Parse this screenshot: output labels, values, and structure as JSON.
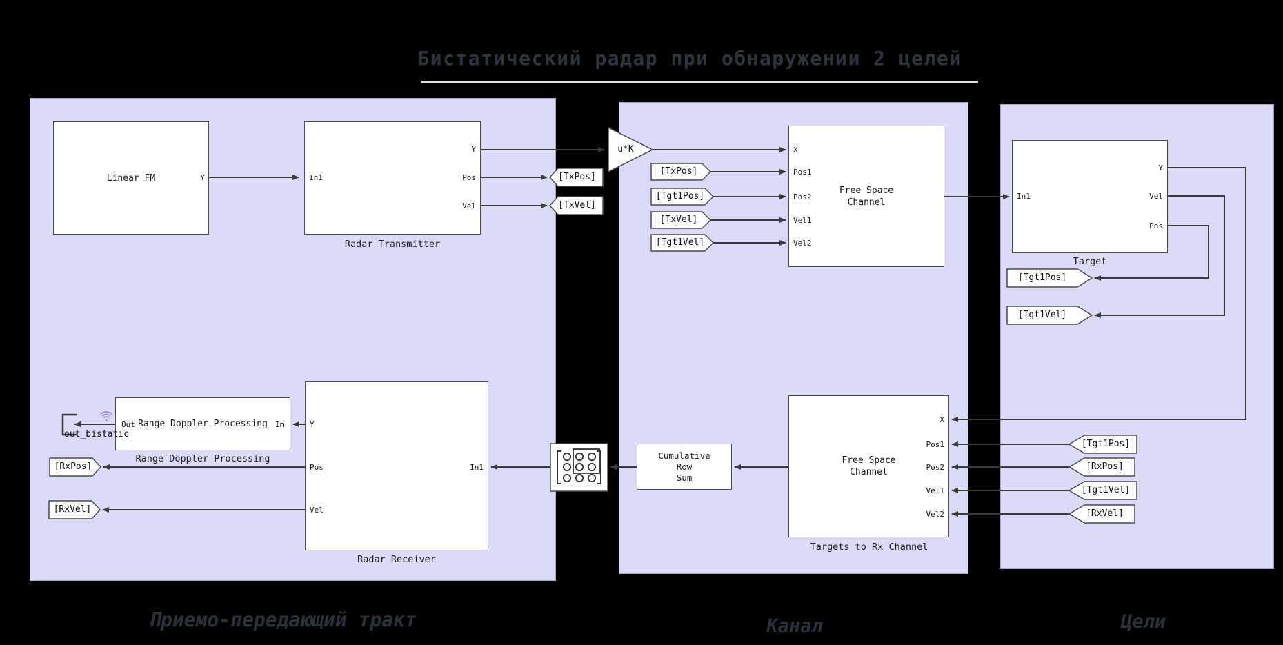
{
  "title": "Бистатический радар при обнаружении 2 целей",
  "section_labels": {
    "transceiver": "Приемо-передающий тракт",
    "channel": "Канал",
    "targets": "Цели"
  },
  "blocks": {
    "linear_fm": {
      "text": "Linear FM",
      "ports": {
        "y": "Y"
      }
    },
    "radar_transmitter": {
      "label": "Radar Transmitter",
      "ports": {
        "in1": "In1",
        "y": "Y",
        "pos": "Pos",
        "vel": "Vel"
      }
    },
    "gain": {
      "text": "u*K"
    },
    "free_space_channel_top": {
      "line1": "Free Space",
      "line2": "Channel",
      "ports": {
        "x": "X",
        "pos1": "Pos1",
        "pos2": "Pos2",
        "vel1": "Vel1",
        "vel2": "Vel2"
      }
    },
    "target": {
      "label": "Target",
      "ports": {
        "in1": "In1",
        "y": "Y",
        "vel": "Vel",
        "pos": "Pos"
      }
    },
    "range_doppler": {
      "text": "Range Doppler Processing",
      "label": "Range Doppler Processing",
      "ports": {
        "out": "Out",
        "in": "In"
      }
    },
    "radar_receiver": {
      "label": "Radar Receiver",
      "ports": {
        "y": "Y",
        "pos": "Pos",
        "vel": "Vel",
        "in1": "In1"
      }
    },
    "cumulative_row_sum": {
      "line1": "Cumulative",
      "line2": "Row",
      "line3": "Sum"
    },
    "free_space_channel_bottom": {
      "line1": "Free Space",
      "line2": "Channel",
      "label": "Targets to Rx Channel",
      "ports": {
        "x": "X",
        "pos1": "Pos1",
        "pos2": "Pos2",
        "vel1": "Vel1",
        "vel2": "Vel2"
      }
    }
  },
  "tags": {
    "goto_txpos": "[TxPos]",
    "goto_txvel": "[TxVel]",
    "from_txpos": "[TxPos]",
    "from_tgt1pos": "[Tgt1Pos]",
    "from_txvel": "[TxVel]",
    "from_tgt1vel": "[Tgt1Vel]",
    "goto_tgt1pos": "[Tgt1Pos]",
    "goto_tgt1vel": "[Tgt1Vel]",
    "from_tgt1pos_rx": "[Tgt1Pos]",
    "from_rxpos": "[RxPos]",
    "from_tgt1vel_rx": "[Tgt1Vel]",
    "from_rxvel": "[RxVel]",
    "goto_rxpos": "[RxPos]",
    "goto_rxvel": "[RxVel]"
  },
  "outport": {
    "label": "out_bistatic"
  },
  "icons": {
    "signal_logging": "wifi-icon",
    "submatrix": "submatrix-grid-icon"
  },
  "colors": {
    "background": "#000000",
    "region_fill": "#dbdbf8",
    "region_border": "#a5a5c5",
    "block_border": "#4c4c4c",
    "wire": "#3a3a3a",
    "title": "#2e343d",
    "section_label": "#2b313a",
    "wifi_badge": "#9b8cc4"
  }
}
